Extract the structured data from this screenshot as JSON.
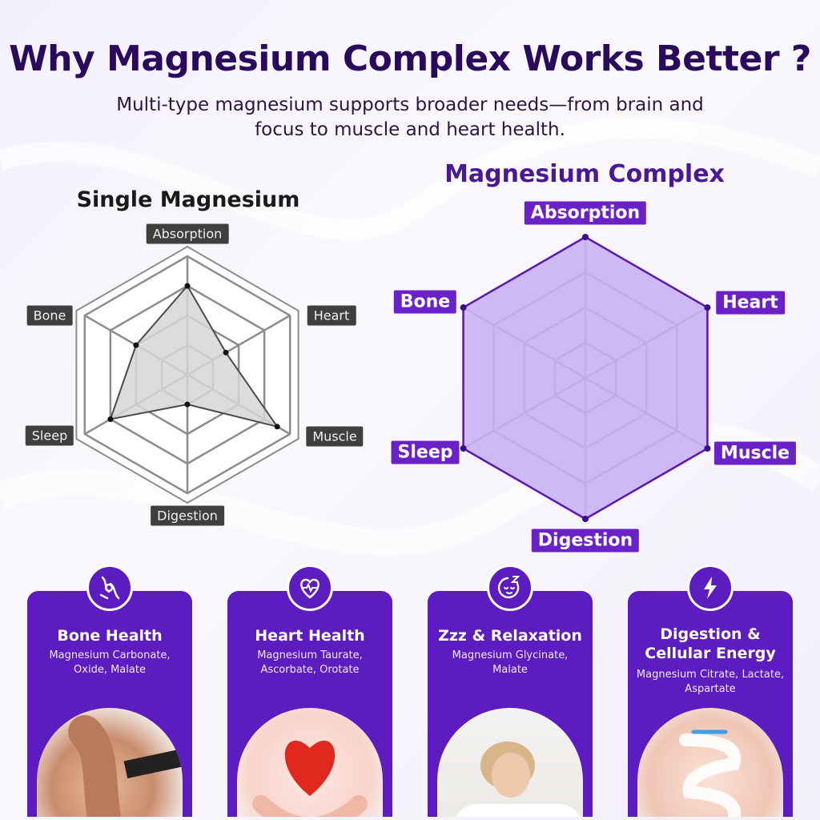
{
  "header": {
    "title": "Why Magnesium Complex Works Better ?",
    "subtitle": "Multi-type magnesium supports broader needs—from brain and focus to muscle and heart health."
  },
  "colors": {
    "title": "#2b0a5e",
    "accent_purple": "#6a22c8",
    "card_purple": "#5d1cbf",
    "complex_fill": "#c9b3f2",
    "single_fill": "#d6d6d6",
    "single_tag": "#3f3f3f"
  },
  "chart_data": [
    {
      "type": "radar",
      "title": "Single Magnesium",
      "axes": [
        "Absorption",
        "Heart",
        "Muscle",
        "Digestion",
        "Sleep",
        "Bone"
      ],
      "levels": 4,
      "max": 4,
      "values": [
        3.0,
        1.5,
        3.5,
        1.0,
        3.0,
        2.0
      ]
    },
    {
      "type": "radar",
      "title": "Magnesium Complex",
      "axes": [
        "Absorption",
        "Heart",
        "Muscle",
        "Digestion",
        "Sleep",
        "Bone"
      ],
      "levels": 4,
      "max": 4,
      "values": [
        4,
        4,
        4,
        4,
        4,
        4
      ]
    }
  ],
  "cards": [
    {
      "icon": "knee-joint-icon",
      "title": "Bone Health",
      "text": "Magnesium Carbonate, Oxide, Malate",
      "photo": "knee-photo"
    },
    {
      "icon": "heart-pulse-icon",
      "title": "Heart Health",
      "text": "Magnesium Taurate, Ascorbate, Orotate",
      "photo": "heart-hands-photo"
    },
    {
      "icon": "sleep-face-icon",
      "title": "Zzz & Relaxation",
      "text": "Magnesium Glycinate, Malate",
      "photo": "sleeping-woman-photo"
    },
    {
      "icon": "lightning-bolt-icon",
      "title": "Digestion & Cellular Energy",
      "text": "Magnesium Citrate, Lactate, Aspartate",
      "photo": "digestion-photo"
    }
  ]
}
